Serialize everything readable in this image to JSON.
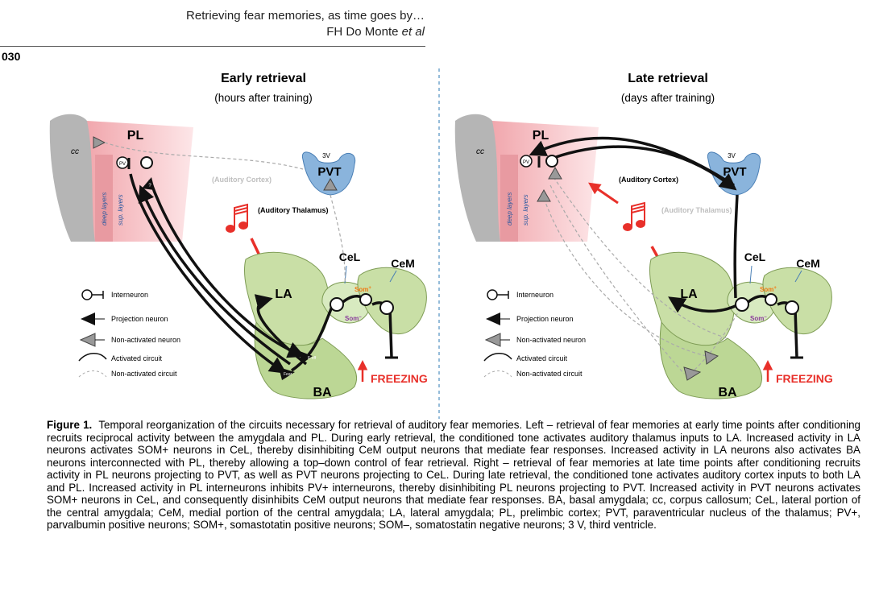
{
  "header": {
    "running_title": "Retrieving fear memories, as time goes by…",
    "authors": "FH Do Monte",
    "authors_suffix": "et al",
    "page_number": "030"
  },
  "panels": {
    "left": {
      "title": "Early retrieval",
      "subtitle": "(hours after training)",
      "labels": {
        "pl": "PL",
        "cc": "cc",
        "deep": "deep layers",
        "sup": "sup. layers",
        "pvt": "PVT",
        "v3": "3V",
        "auditory_cortex": "(Auditory Cortex)",
        "auditory_thalamus": "(Auditory Thalamus)",
        "la": "LA",
        "ba": "BA",
        "cel": "CeL",
        "cem": "CeM",
        "som_plus": "Som",
        "som_minus": "Som",
        "pv": "PV",
        "fear_off": "F-off",
        "fear_on": "Fear",
        "q": "?",
        "freezing": "FREEZING"
      }
    },
    "right": {
      "title": "Late retrieval",
      "subtitle": "(days after training)",
      "labels": {
        "pl": "PL",
        "cc": "cc",
        "deep": "deep layers",
        "sup": "sup. layers",
        "pvt": "PVT",
        "v3": "3V",
        "auditory_cortex": "(Auditory Cortex)",
        "auditory_thalamus": "(Auditory Thalamus)",
        "la": "LA",
        "ba": "BA",
        "cel": "CeL",
        "cem": "CeM",
        "som_plus": "Som",
        "som_minus": "Som",
        "pv": "PV",
        "freezing": "FREEZING"
      }
    },
    "legend": {
      "interneuron": "Interneuron",
      "projection": "Projection neuron",
      "nonactivated_neuron": "Non-activated neuron",
      "activated_circuit": "Activated circuit",
      "nonactivated_circuit": "Non-activated circuit"
    }
  },
  "caption": {
    "label": "Figure 1.",
    "text": "Temporal reorganization of the circuits necessary for retrieval of auditory fear memories. Left – retrieval of fear memories at early time points after conditioning recruits reciprocal activity between the amygdala and PL. During early retrieval, the conditioned tone activates auditory thalamus inputs to LA. Increased activity in LA neurons activates SOM+ neurons in CeL, thereby disinhibiting CeM output neurons that mediate fear responses. Increased activity in LA neurons also activates BA neurons interconnected with PL, thereby allowing a top–down control of fear retrieval. Right – retrieval of fear memories at late time points after conditioning recruits activity in PL neurons projecting to PVT, as well as PVT neurons projecting to CeL. During late retrieval, the conditioned tone activates auditory cortex inputs to both LA and PL. Increased activity in PL interneurons inhibits PV+ interneurons, thereby disinhibiting PL neurons projecting to PVT. Increased activity in PVT neurons activates SOM+ neurons in CeL, and consequently disinhibits CeM output neurons that mediate fear responses. BA, basal amygdala; cc, corpus callosum; CeL, lateral portion of the central amygdala; CeM, medial portion of the central amygdala; LA, lateral amygdala; PL, prelimbic cortex; PVT, paraventricular nucleus of the thalamus; PV+, parvalbumin positive neurons; SOM+, somastotatin positive neurons; SOM–, somatostatin negative neurons; 3 V, third ventricle."
  },
  "colors": {
    "pl_fill": "#f4b8bd",
    "cc_fill": "#b8b8b8",
    "pvt_fill": "#8ab4dc",
    "amygdala_fill": "#c9dfa6",
    "amygdala_stroke": "#7e9c55",
    "arrow_red": "#e8302a",
    "som_orange": "#f07a14",
    "som_purple": "#8a3c9c",
    "divider": "#4f8fc0"
  }
}
